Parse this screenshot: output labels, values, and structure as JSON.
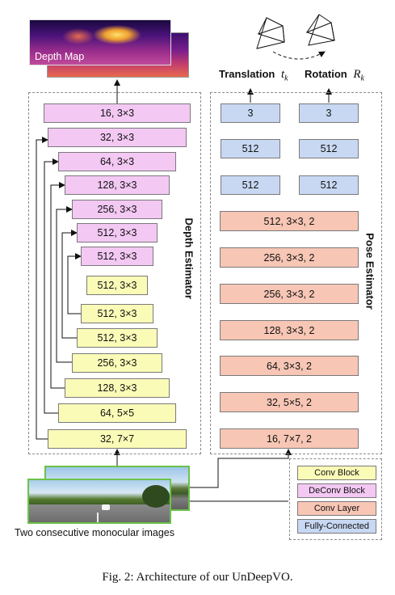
{
  "depth_map_label": "Depth Map",
  "depth_estimator": {
    "title": "Depth Estimator",
    "deconv_blocks": [
      "16, 3×3",
      "32, 3×3",
      "64, 3×3",
      "128, 3×3",
      "256, 3×3",
      "512, 3×3",
      "512, 3×3"
    ],
    "conv_blocks": [
      "512, 3×3",
      "512, 3×3",
      "512, 3×3",
      "256, 3×3",
      "128, 3×3",
      "64, 5×5",
      "32, 7×7"
    ]
  },
  "pose_estimator": {
    "title": "Pose Estimator",
    "translation_label": "Translation",
    "translation_symbol": "t",
    "translation_sub": "k",
    "rotation_label": "Rotation",
    "rotation_symbol": "R",
    "rotation_sub": "k",
    "fc_translation": [
      "3",
      "512",
      "512"
    ],
    "fc_rotation": [
      "3",
      "512",
      "512"
    ],
    "conv_layers": [
      "512, 3×3, 2",
      "256, 3×3, 2",
      "256, 3×3, 2",
      "128, 3×3, 2",
      "64, 3×3, 2",
      "32, 5×5, 2",
      "16, 7×7, 2"
    ]
  },
  "input_label": "Two consecutive monocular images",
  "legend": {
    "conv_block": "Conv Block",
    "deconv_block": "DeConv Block",
    "conv_layer": "Conv Layer",
    "fully_connected": "Fully-Connected"
  },
  "caption": "Fig. 2: Architecture of our UnDeepVO."
}
